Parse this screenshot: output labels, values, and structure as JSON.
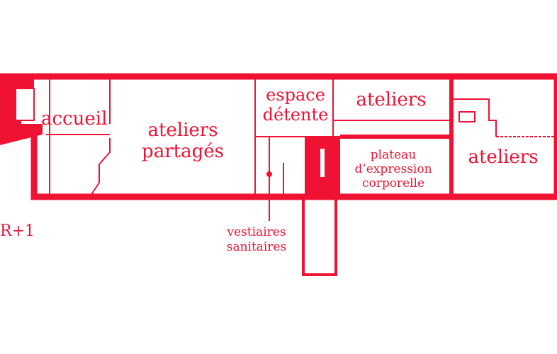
{
  "plan": {
    "accent_color": "#ef1233",
    "floor_label": "R+1",
    "rooms": {
      "accueil": "accueil",
      "ateliers_partages": [
        "ateliers",
        "partagés"
      ],
      "espace_detente": [
        "espace",
        "détente"
      ],
      "ateliers_top": "ateliers",
      "plateau": [
        "plateau",
        "d’expression",
        "corporelle"
      ],
      "ateliers_right": "ateliers",
      "vestiaires": [
        "vestiaires",
        "sanitaires"
      ]
    }
  }
}
